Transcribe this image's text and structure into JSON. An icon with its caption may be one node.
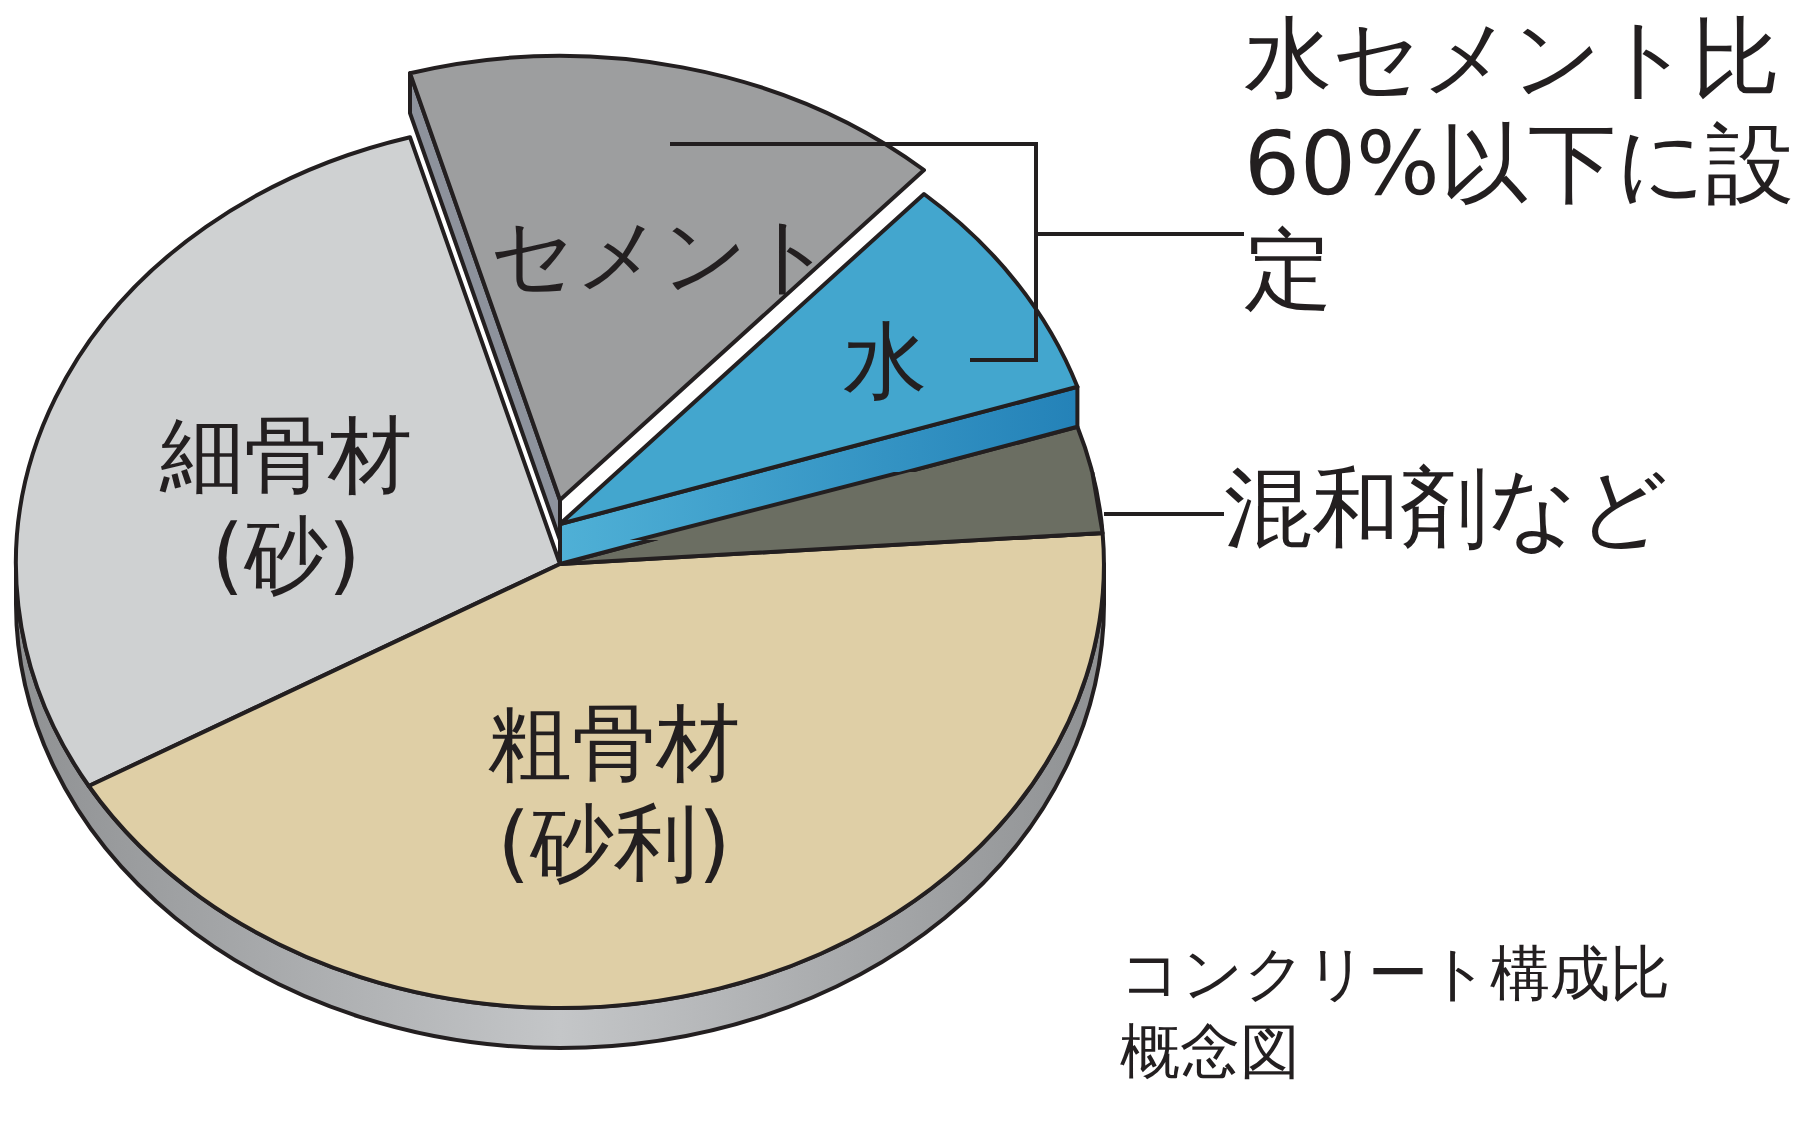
{
  "diagram": {
    "caption": "コンクリート構成比概念図",
    "nodes": [
      {
        "text": [
          "セメント"
        ]
      },
      {
        "text": [
          "水"
        ]
      },
      {
        "text": [],
        "shape": "slice"
      },
      {
        "text": [
          "粗骨材(砂利)"
        ]
      },
      {
        "text": [
          "細骨材(砂)"
        ]
      },
      {
        "text": [
          "水セメント比60%以下に設定"
        ]
      },
      {
        "text": [
          "混和剤など"
        ]
      }
    ],
    "edges": [
      {
        "from": 5,
        "to": 0,
        "arrow": "none"
      },
      {
        "from": 5,
        "to": 1,
        "arrow": "none"
      },
      {
        "from": 6,
        "to": 2,
        "arrow": "none"
      }
    ]
  }
}
